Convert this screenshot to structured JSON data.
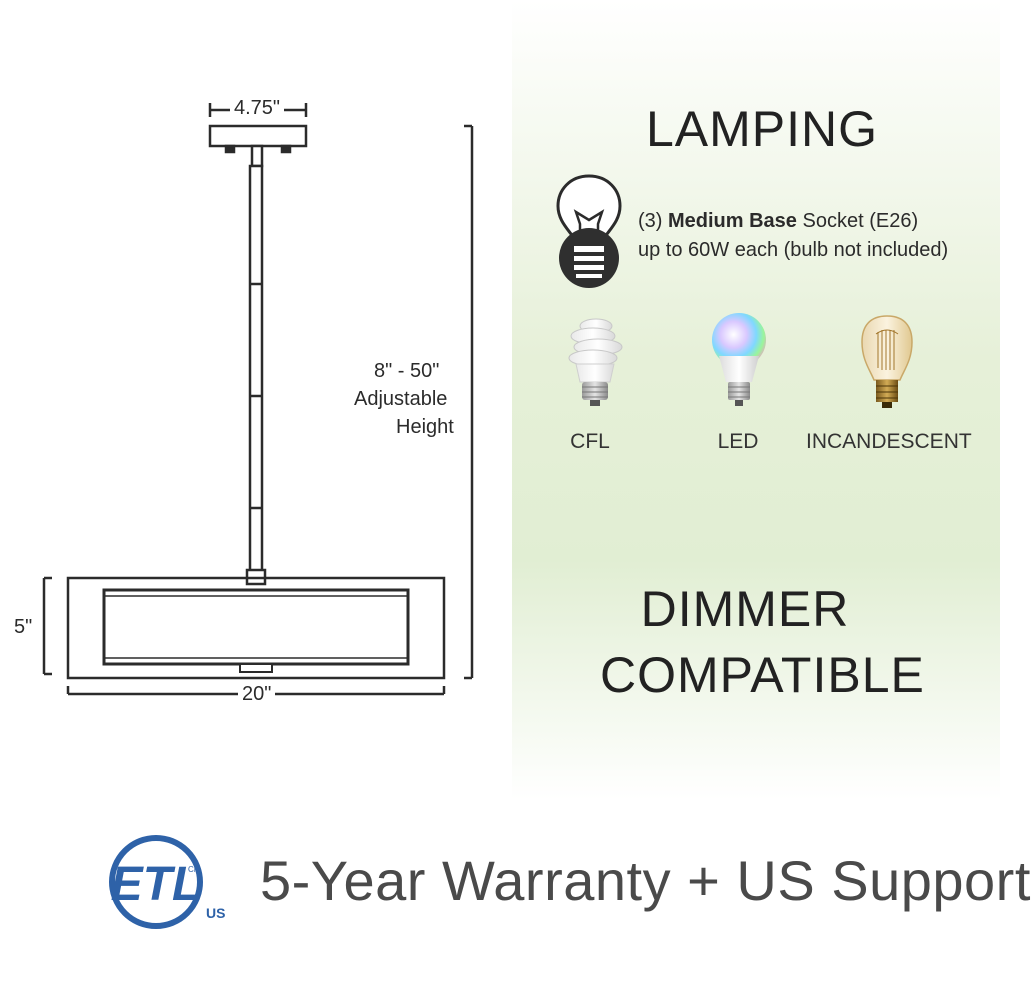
{
  "dimensions": {
    "canopy_width": "4.75\"",
    "adjustable_height_range": "8\" - 50\"",
    "adjustable_height_line1": "Adjustable",
    "adjustable_height_line2": "Height",
    "shade_height": "5\"",
    "shade_width": "20\""
  },
  "lamping": {
    "title": "LAMPING",
    "socket_prefix": "(3) ",
    "socket_bold": "Medium Base",
    "socket_suffix": " Socket (E26)",
    "wattage_line": "up to 60W each (bulb not included)",
    "icon": "lightbulb-icon",
    "bulbs": [
      {
        "label": "CFL",
        "icon": "cfl-bulb-icon"
      },
      {
        "label": "LED",
        "icon": "led-bulb-icon"
      },
      {
        "label": "INCANDESCENT",
        "icon": "incandescent-bulb-icon"
      }
    ]
  },
  "dimmer": {
    "line1": "DIMMER",
    "line2": "COMPATIBLE"
  },
  "certification": {
    "logo_text": "ETL",
    "mark_small": "CM",
    "mark_country": "US",
    "color": "#2e62a8"
  },
  "warranty": {
    "text": "5-Year Warranty + US Support"
  },
  "colors": {
    "panel_green": "#e1eed3",
    "line_dark": "#2b2b2b"
  }
}
